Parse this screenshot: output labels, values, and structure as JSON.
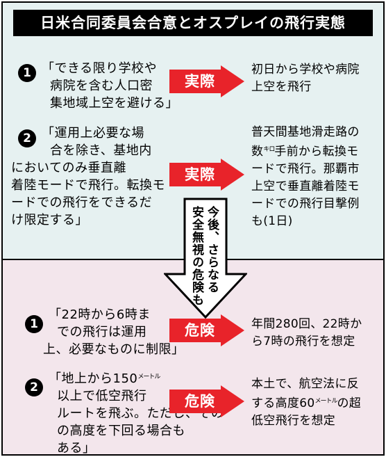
{
  "title": "日米合同委員会合意とオスプレイの飛行実態",
  "colors": {
    "top_bg": "#e6f1f1",
    "bottom_bg": "#f3e6ec",
    "arrow_fill": "#e8232a",
    "title_bg": "#000000"
  },
  "top_items": [
    {
      "number": "1",
      "agreement": [
        "「できる限り学校や",
        "病院を含む人口密",
        "集地域上空を避ける」"
      ],
      "arrow_label": "実際",
      "reality": [
        "初日から学校や病院",
        "上空を飛行"
      ]
    },
    {
      "number": "2",
      "agreement": [
        "「運用上必要な場",
        "合を除き、基地内",
        "においてのみ垂直離",
        "着陸モードで飛行。転換モ",
        "ードでの飛行をできるだ",
        "け限定する」"
      ],
      "arrow_label": "実際",
      "reality": {
        "line1": "普天間基地滑走路の",
        "line2_pre": "数",
        "line2_unit": "キロ",
        "line2_post": "手前から転換モ",
        "rest": [
          "ードで飛行。那覇市",
          "上空で垂直離着陸モ",
          "ードでの飛行目撃例",
          "も(1日)"
        ]
      }
    }
  ],
  "transition": {
    "col1": "今後、さらなる",
    "col2": "安全無視の危険も"
  },
  "bottom_items": [
    {
      "number": "1",
      "agreement": [
        "「22時から6時ま",
        "での飛行は運用",
        "上、必要なものに制限」"
      ],
      "arrow_label": "危険",
      "danger": [
        "年間280回、22時か",
        "ら7時の飛行を想定"
      ]
    },
    {
      "number": "2",
      "agreement": {
        "line1_pre": "「地上から150",
        "line1_unit": "メートル",
        "rest": [
          "以上で低空飛行",
          "ルートを飛ぶ。ただし、その",
          "の高度を下回る場合も",
          "ある」"
        ]
      },
      "arrow_label": "危険",
      "danger": {
        "line1": "本土で、航空法に反",
        "line2_pre": "する高度60",
        "line2_unit": "メートル",
        "line2_post": "の超",
        "line3": "低空飛行を想定"
      }
    }
  ]
}
